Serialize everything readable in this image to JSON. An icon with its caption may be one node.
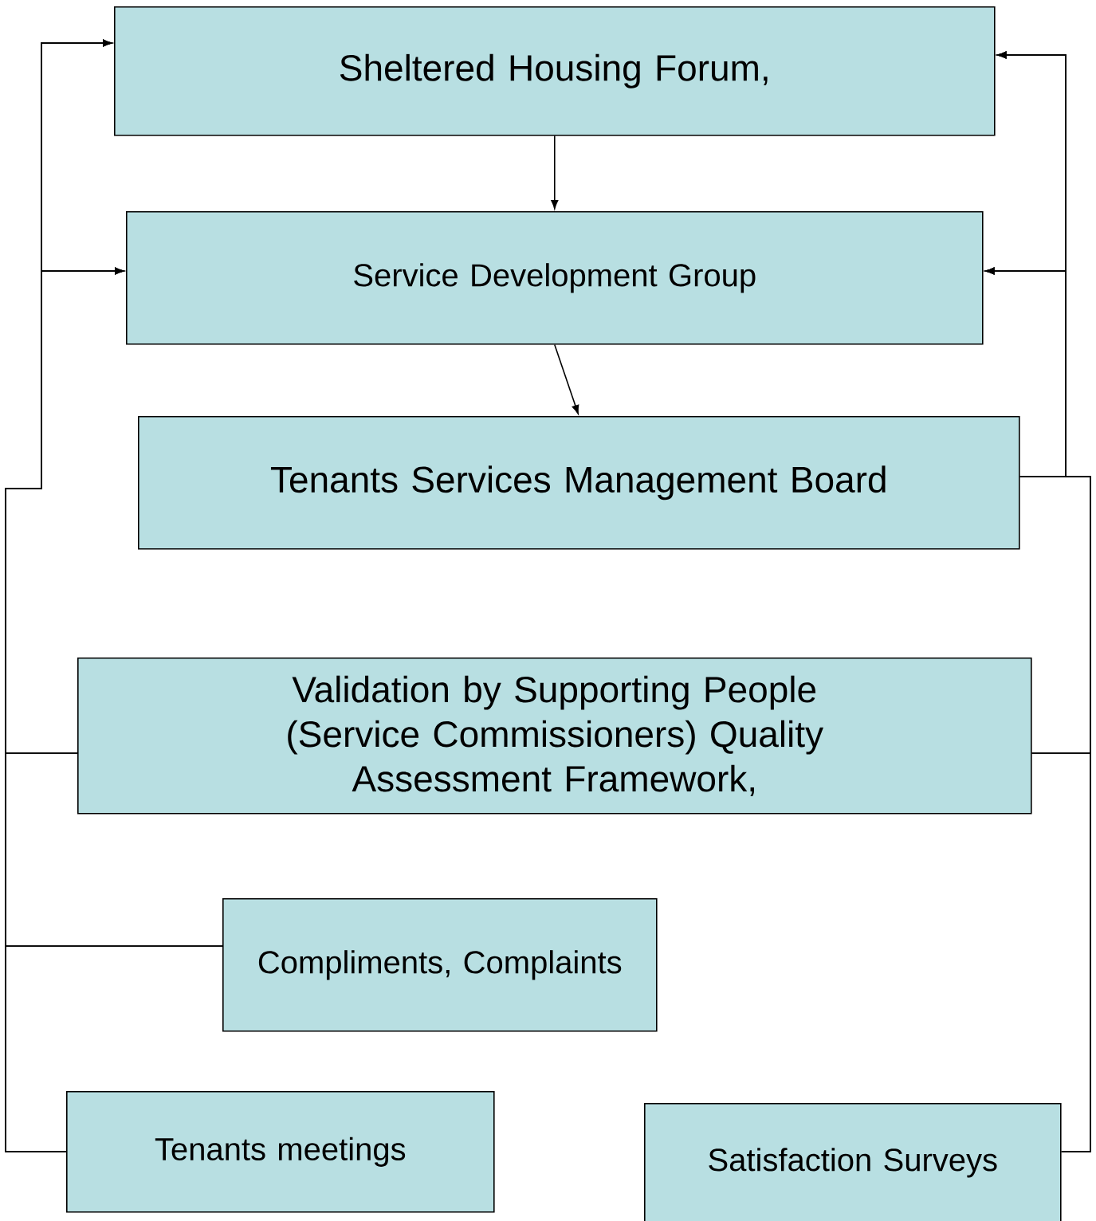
{
  "diagram": {
    "nodes": [
      {
        "text": [
          "Sheltered Housing Forum,"
        ]
      },
      {
        "text": [
          "Service Development Group"
        ]
      },
      {
        "text": [
          "Tenants Services Management Board"
        ]
      },
      {
        "text": [
          "Validation by Supporting People (Service Commissioners) Quality Assessment Framework,"
        ]
      },
      {
        "text": [
          "Compliments, Complaints"
        ]
      },
      {
        "text": [
          "Tenants meetings"
        ]
      },
      {
        "text": [
          "Satisfaction Surveys"
        ]
      }
    ],
    "edges": [
      {
        "from": 0,
        "to": 1,
        "arrow": "to"
      },
      {
        "from": 1,
        "to": 2,
        "arrow": "to"
      },
      {
        "from": 3,
        "to": 0,
        "arrow": "to"
      },
      {
        "from": 4,
        "to": 0,
        "arrow": "to"
      },
      {
        "from": 5,
        "to": 0,
        "arrow": "to"
      },
      {
        "from": 3,
        "to": 1,
        "arrow": "to"
      },
      {
        "from": 4,
        "to": 1,
        "arrow": "to"
      },
      {
        "from": 5,
        "to": 1,
        "arrow": "to"
      },
      {
        "from": 2,
        "to": 0,
        "arrow": "to"
      },
      {
        "from": 3,
        "to": 0,
        "arrow": "to"
      },
      {
        "from": 6,
        "to": 0,
        "arrow": "to"
      },
      {
        "from": 2,
        "to": 1,
        "arrow": "to"
      },
      {
        "from": 3,
        "to": 1,
        "arrow": "to"
      },
      {
        "from": 6,
        "to": 1,
        "arrow": "to"
      }
    ]
  }
}
